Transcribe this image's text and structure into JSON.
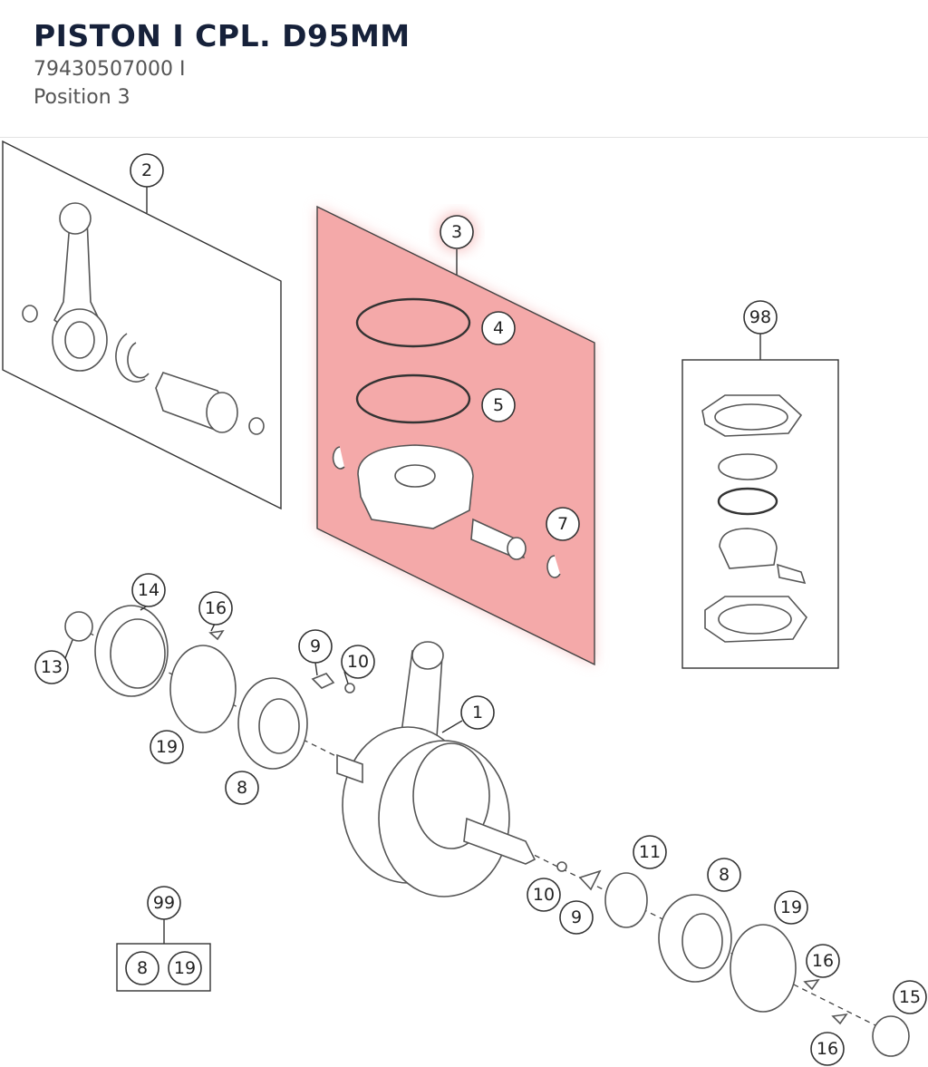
{
  "header": {
    "title": "PISTON I CPL. D95MM",
    "part_number": "79430507000 I",
    "position": "Position 3"
  },
  "colors": {
    "highlight": "#f4a9a9",
    "highlight_glow": "#f8c8c8",
    "title_text": "#16213a"
  },
  "callouts": {
    "c1": "1",
    "c2": "2",
    "c3": "3",
    "c4": "4",
    "c5": "5",
    "c7": "7",
    "c8a": "8",
    "c8b": "8",
    "c8c": "8",
    "c9a": "9",
    "c9b": "9",
    "c10a": "10",
    "c10b": "10",
    "c11": "11",
    "c13": "13",
    "c14": "14",
    "c15": "15",
    "c16a": "16",
    "c16b": "16",
    "c16c": "16",
    "c19a": "19",
    "c19b": "19",
    "c19c": "19",
    "c98": "98",
    "c99": "99"
  }
}
